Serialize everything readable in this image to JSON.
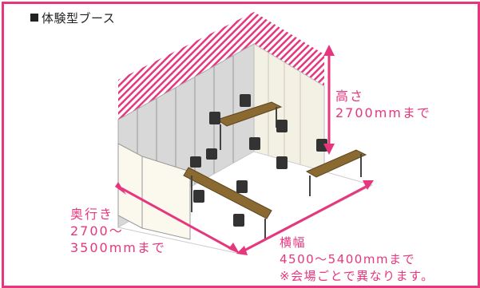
{
  "title": "体験型ブース",
  "height_label": {
    "line1": "高さ",
    "line2": "2700mmまで"
  },
  "depth_label": {
    "line1": "奥行き",
    "line2": "2700～",
    "line3": "3500mmまで"
  },
  "width_label": {
    "line1": "横幅",
    "line2": "4500～5400mmまで",
    "line3": "※会場ごとで異なります。"
  },
  "colors": {
    "accent": "#e6377e",
    "panel": "#fbf8ee",
    "panel_dark": "#d9d9d9",
    "floor": "#ffffff",
    "desk": "#8a6a30",
    "chair": "#333333"
  }
}
